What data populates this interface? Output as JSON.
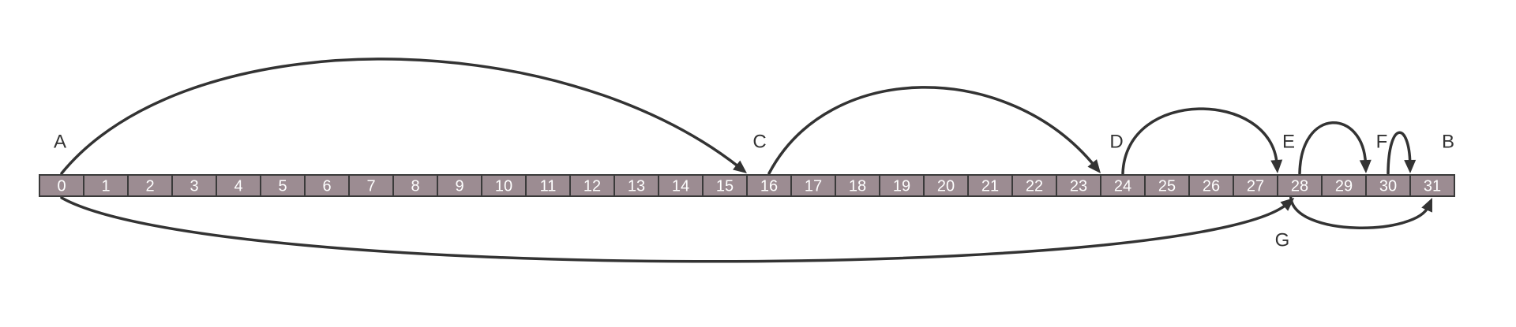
{
  "colors": {
    "cell_fill": "#9c8c92",
    "cell_border": "#3a3a3a",
    "cell_text": "#ffffff",
    "stroke": "#333333",
    "background": "#ffffff"
  },
  "array": {
    "cells": [
      "0",
      "1",
      "2",
      "3",
      "4",
      "5",
      "6",
      "7",
      "8",
      "9",
      "10",
      "11",
      "12",
      "13",
      "14",
      "15",
      "16",
      "17",
      "18",
      "19",
      "20",
      "21",
      "22",
      "23",
      "24",
      "25",
      "26",
      "27",
      "28",
      "29",
      "30",
      "31"
    ]
  },
  "labels": [
    {
      "text": "A",
      "index": 0
    },
    {
      "text": "C",
      "index": 16
    },
    {
      "text": "D",
      "index": 24
    },
    {
      "text": "E",
      "index": 28
    },
    {
      "text": "F",
      "index": 30
    },
    {
      "text": "B",
      "index": 31
    },
    {
      "text": "G",
      "index": 28
    }
  ],
  "jumps": [
    {
      "from": 0,
      "to": 16,
      "side": "above"
    },
    {
      "from": 16,
      "to": 24,
      "side": "above"
    },
    {
      "from": 24,
      "to": 28,
      "side": "above"
    },
    {
      "from": 28,
      "to": 30,
      "side": "above"
    },
    {
      "from": 30,
      "to": 31,
      "side": "above"
    },
    {
      "from": 0,
      "to": 28,
      "side": "below"
    },
    {
      "from": 28,
      "to": 31,
      "side": "below"
    }
  ]
}
